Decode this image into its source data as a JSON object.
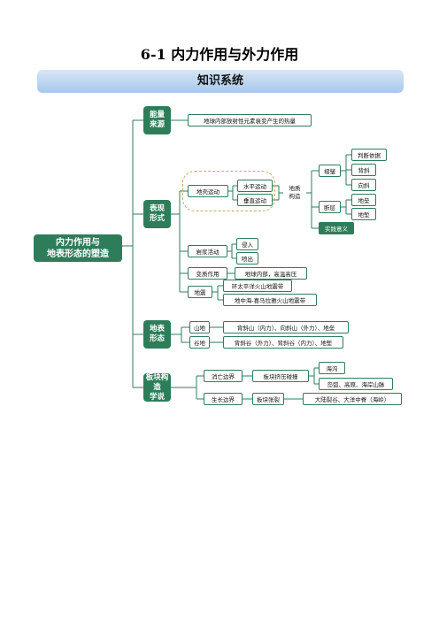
{
  "title": "6-1  内力作用与外力作用",
  "banner": "知识系统",
  "root": "内力作用与\n地表形态的塑造",
  "categories": {
    "energy": "能量\n来源",
    "forms": "表现\n形式",
    "landform": "地表\n形态",
    "plate": "板块构造\n学说"
  },
  "energy_desc": "地球内部放射性元素衰变产生的热量",
  "forms": {
    "crust": "地壳运动",
    "horizontal": "水平运动",
    "vertical": "垂直运动",
    "structure": "地质\n构造",
    "fold": "褶皱",
    "basis": "判断依据",
    "anticline": "背斜",
    "syncline": "向斜",
    "fault": "断层",
    "horst": "地垒",
    "graben": "地堑",
    "practice": "实践意义",
    "magma": "岩浆活动",
    "intrusion": "侵入",
    "eruption": "喷出",
    "meta": "变质作用",
    "meta_desc": "地球内部，高温高压",
    "quake": "地震",
    "pacific": "环太平洋火山地震带",
    "med": "地中海-喜马拉雅火山地震带"
  },
  "landform": {
    "mountain": "山地",
    "mountain_desc": "背斜山（内力）、向斜山（外力）、地垒",
    "valley": "谷地",
    "valley_desc": "背斜谷（外力）、背斜谷（内力）、地堑"
  },
  "plate": {
    "destructive": "消亡边界",
    "collision": "板块挤压碰撞",
    "trench": "海沟",
    "arcs": "岛弧、高原、海岸山脉",
    "constructive": "生长边界",
    "split": "板块张裂",
    "rift": "大陆裂谷、大洋中脊（海岭）"
  }
}
